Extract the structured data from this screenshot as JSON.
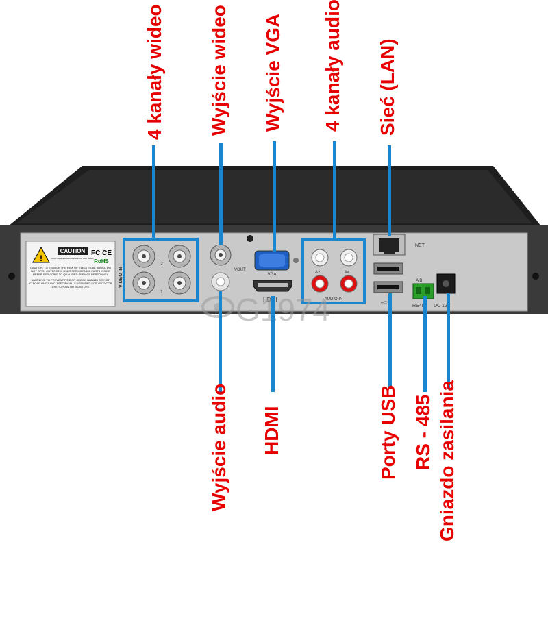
{
  "labels_top": {
    "video_in": "4 kanały wideo",
    "video_out": "Wyjście wideo",
    "vga_out": "Wyjście VGA",
    "audio_in": "4 kanały audio",
    "lan": "Sieć (LAN)"
  },
  "labels_bottom": {
    "audio_out": "Wyjście audio",
    "hdmi": "HDMI",
    "usb": "Porty USB",
    "rs485": "RS - 485",
    "power": "Gniazdo zasilania"
  },
  "panel_text": {
    "caution_title": "CAUTION",
    "caution_sub": "RISK OF ELECTRIC SHOCK DO NOT OPEN",
    "fcc_ce": "FC CE",
    "rohs": "RoHS",
    "caution_body": "CAUTION: TO REDUCE THE RISK OF ELECTRICAL SHOCK DO NOT OPEN COVERS NO USER SERVICEABLE PARTS INSIDE REFER SERVICING TO QUALIFIED SERVICE PERSONNEL",
    "warning_body": "WARNING: TO PREVENT FIRE OR SHOCK HAZARD DO NOT EXPOSE UNITS NOT SPECIFICALLY DESIGNED FOR OUTDOOR USE TO RAIN OR MOISTURE",
    "video_in": "VIDEO IN",
    "video_out": "VOUT",
    "vga": "VGA",
    "hdmi": "HDMI",
    "audio_in": "AUDIO IN",
    "a2": "A2",
    "a4": "A4",
    "net": "NET",
    "rs485": "RS485",
    "ab": "A  B",
    "dc": "DC 12V",
    "ch2": "2",
    "ch1": "1",
    "watermark": "G1974"
  },
  "colors": {
    "label_red": "#e60000",
    "line_blue": "#1a86d0",
    "panel_grey": "#c9c9c9",
    "chassis": "#2a2a2a"
  }
}
